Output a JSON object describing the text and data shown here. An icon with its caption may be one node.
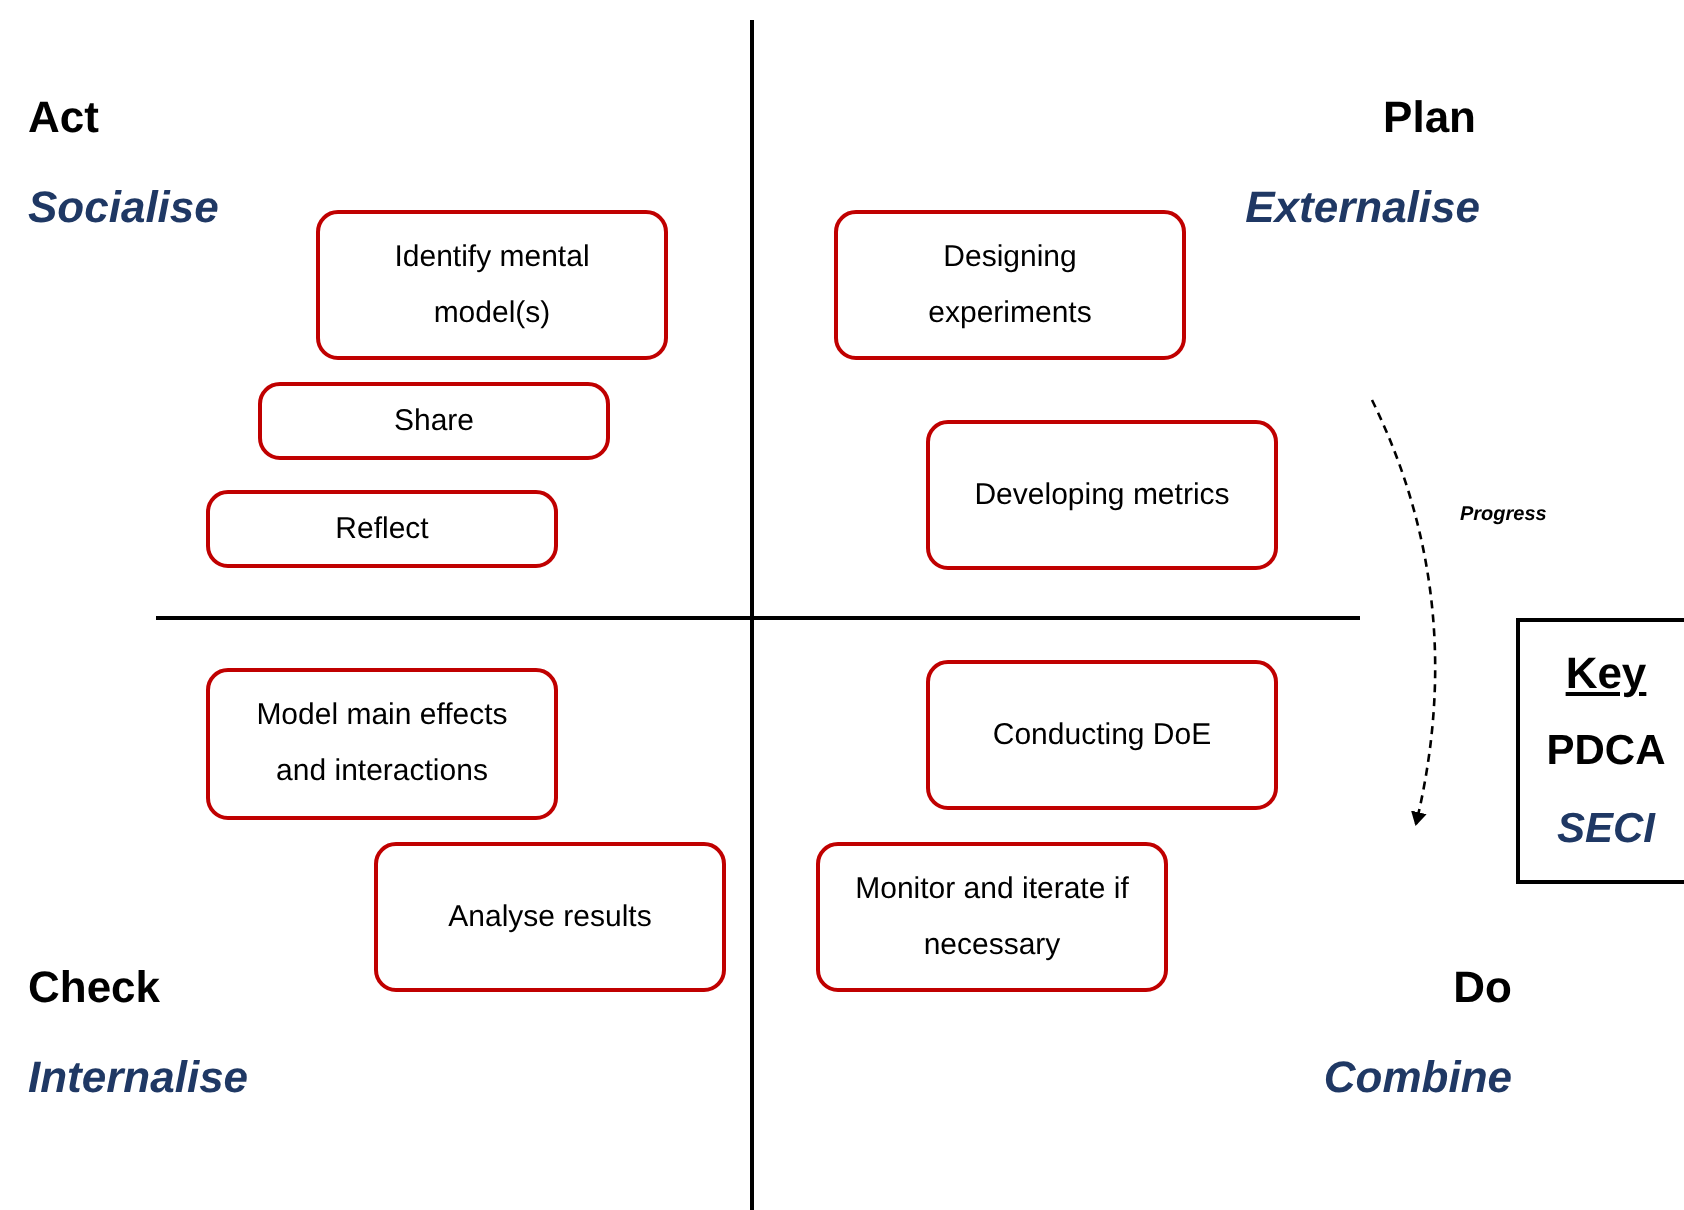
{
  "diagram": {
    "nodes": [
      {
        "text": [
          "Identify mental model(s)"
        ]
      },
      {
        "text": [
          "Designing experiments"
        ]
      },
      {
        "text": [
          "Share"
        ]
      },
      {
        "text": [
          "Developing metrics"
        ]
      },
      {
        "text": [
          "Reflect"
        ]
      },
      {
        "text": [
          "Model main effects and interactions"
        ]
      },
      {
        "text": [
          "Conducting DoE"
        ]
      },
      {
        "text": [
          "Analyse results"
        ]
      },
      {
        "text": [
          "Monitor and iterate if necessary"
        ]
      },
      {
        "text": [
          "Key",
          "PDCA",
          "SECI"
        ]
      }
    ],
    "edges": [],
    "labels": [
      "Act",
      "Plan",
      "Socialise",
      "Externalise",
      "Progress",
      "Check",
      "Do",
      "Internalise",
      "Combine"
    ]
  }
}
